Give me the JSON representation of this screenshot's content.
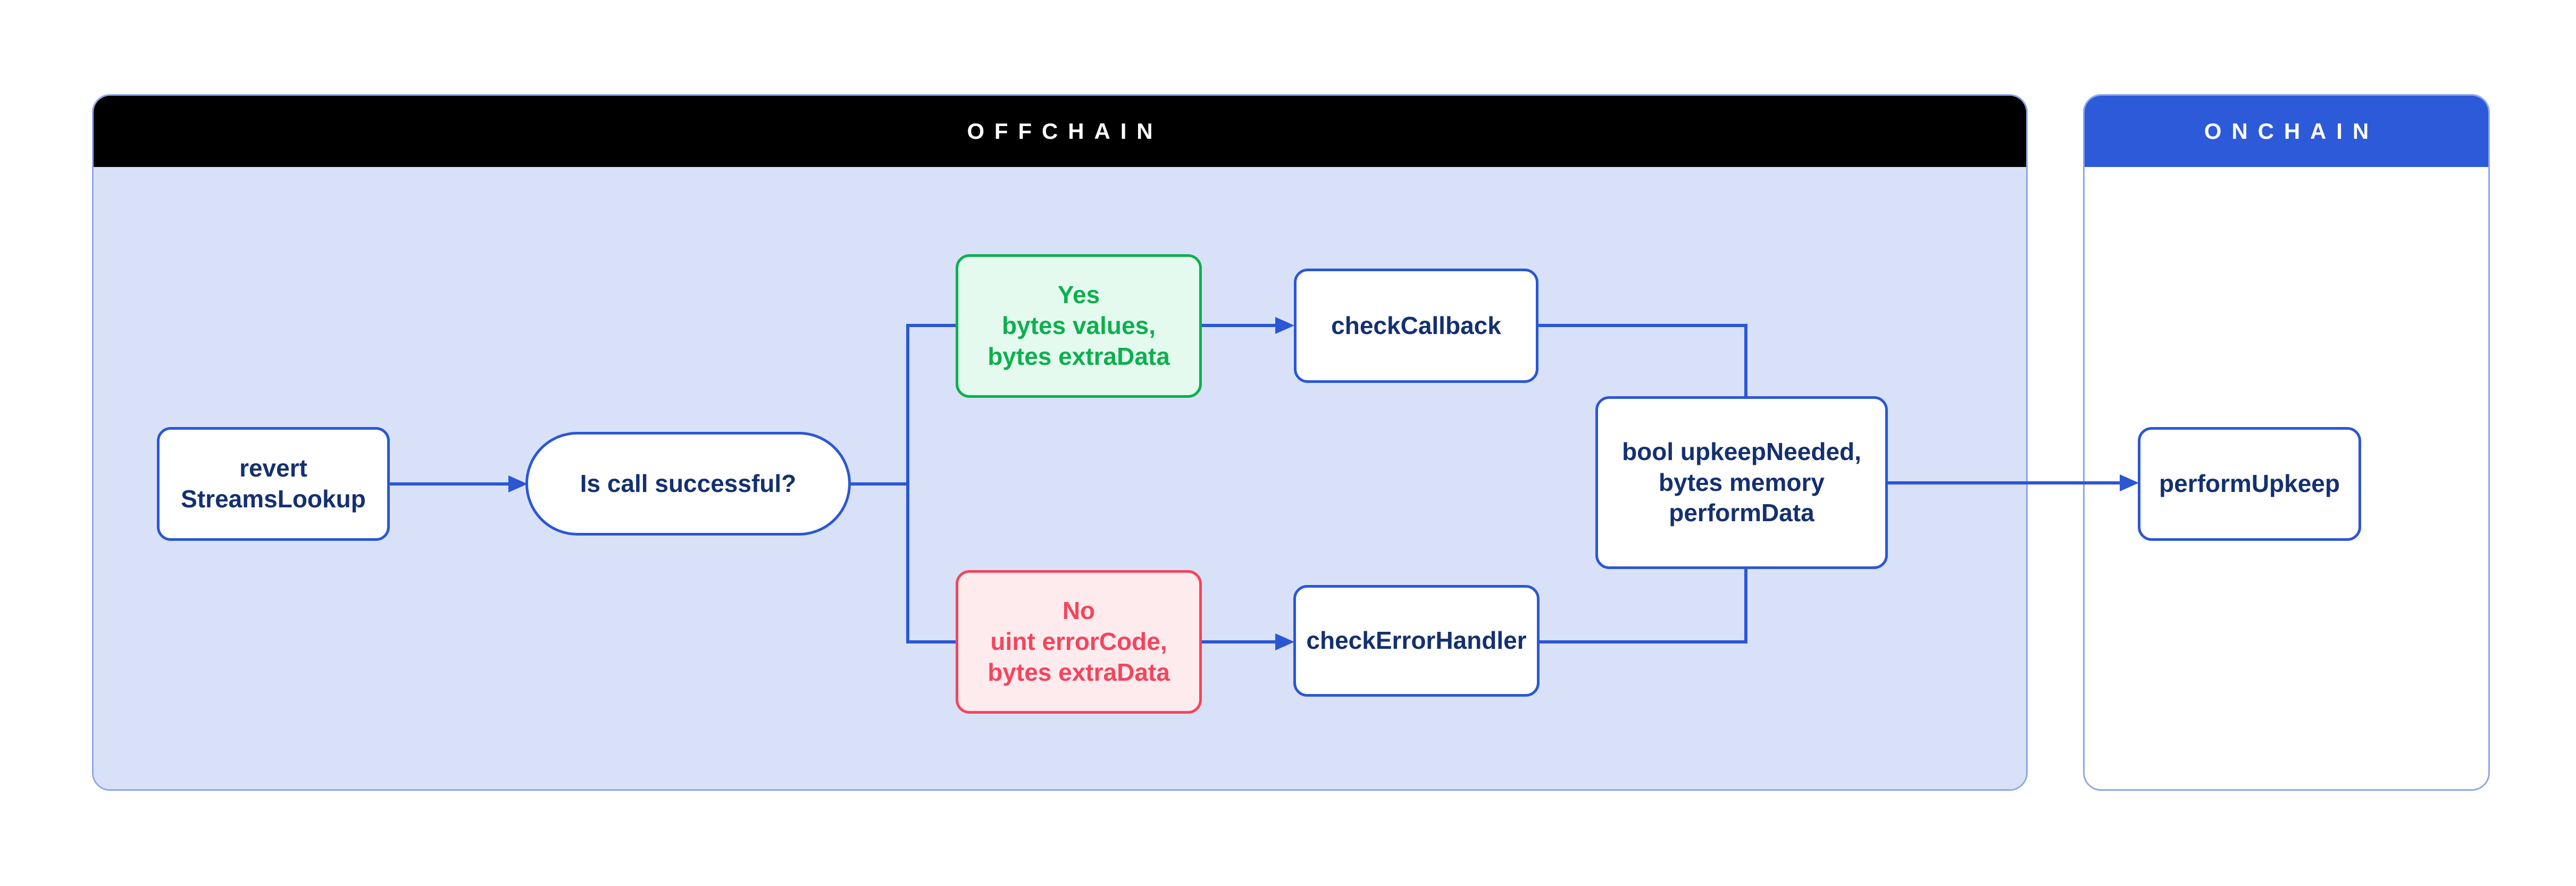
{
  "panels": {
    "offchain": {
      "title": "OFFCHAIN"
    },
    "onchain": {
      "title": "ONCHAIN"
    }
  },
  "nodes": {
    "revert": {
      "lines": [
        "revert",
        "StreamsLookup"
      ]
    },
    "decision": {
      "label": "Is call successful?"
    },
    "yes_branch": {
      "lines": [
        "Yes",
        "bytes values,",
        "bytes extraData"
      ]
    },
    "no_branch": {
      "lines": [
        "No",
        "uint errorCode,",
        "bytes extraData"
      ]
    },
    "check_callback": {
      "label": "checkCallback"
    },
    "check_error_handler": {
      "label": "checkErrorHandler"
    },
    "result": {
      "lines": [
        "bool upkeepNeeded,",
        "bytes memory",
        "performData"
      ]
    },
    "perform_upkeep": {
      "label": "performUpkeep"
    }
  },
  "edges": [
    {
      "from": "revert StreamsLookup",
      "to": "Is call successful?",
      "arrow": true
    },
    {
      "from": "Is call successful?",
      "to": "Yes bytes values, bytes extraData",
      "arrow": false
    },
    {
      "from": "Is call successful?",
      "to": "No uint errorCode, bytes extraData",
      "arrow": false
    },
    {
      "from": "Yes bytes values, bytes extraData",
      "to": "checkCallback",
      "arrow": true
    },
    {
      "from": "No uint errorCode, bytes extraData",
      "to": "checkErrorHandler",
      "arrow": true
    },
    {
      "from": "checkCallback",
      "to": "bool upkeepNeeded, bytes memory performData",
      "arrow": false
    },
    {
      "from": "checkErrorHandler",
      "to": "bool upkeepNeeded, bytes memory performData",
      "arrow": false
    },
    {
      "from": "bool upkeepNeeded, bytes memory performData",
      "to": "performUpkeep",
      "arrow": true
    }
  ],
  "colors": {
    "offchain_header_bg": "#000000",
    "offchain_body_bg": "#D8E1F7",
    "onchain_header_bg": "#2D5AD9",
    "onchain_body_bg": "#FFFFFF",
    "panel_border": "#8DA7E9",
    "connector_blue": "#2B57D5",
    "text_navy": "#143071",
    "success_green": "#0CB04E",
    "success_bg": "#E5FAEE",
    "error_red": "#F4455C",
    "error_bg": "#FDEBEE",
    "header_text": "#FFFFFF"
  }
}
